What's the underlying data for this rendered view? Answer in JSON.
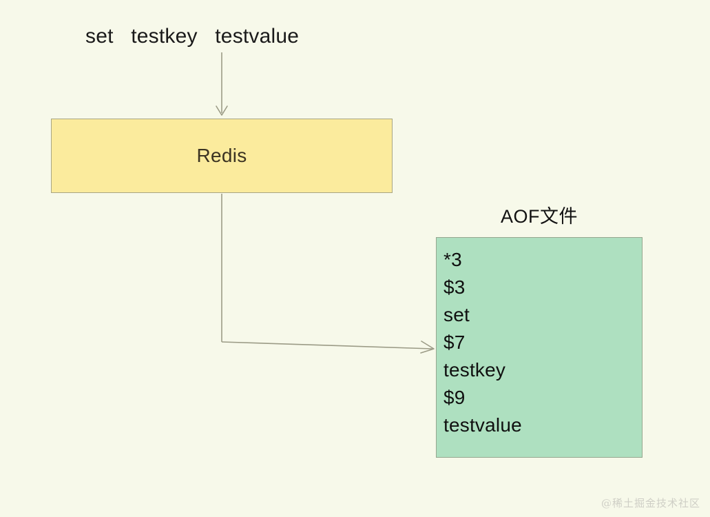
{
  "diagram": {
    "background_color": "#f7f9ea",
    "command": {
      "text": "set   testkey   testvalue"
    },
    "nodes": [
      {
        "id": "redis",
        "label": "Redis",
        "fill": "#fbeb9d",
        "stroke": "#a8a583"
      },
      {
        "id": "aof-file",
        "title": "AOF文件",
        "fill": "#aee0c0",
        "stroke": "#95a68e",
        "lines": [
          "*3",
          "$3",
          "set",
          "$7",
          "testkey",
          "$9",
          "testvalue"
        ]
      }
    ],
    "edges": [
      {
        "id": "command-to-redis",
        "from": "command",
        "to": "redis",
        "style": "straight-down-arrow",
        "color": "#9b9b86"
      },
      {
        "id": "redis-to-aof",
        "from": "redis",
        "to": "aof-file",
        "style": "elbow-right-arrow",
        "color": "#9b9b86"
      }
    ],
    "watermark": {
      "text": "@稀土掘金技术社区",
      "color": "#cfcfc6"
    }
  }
}
